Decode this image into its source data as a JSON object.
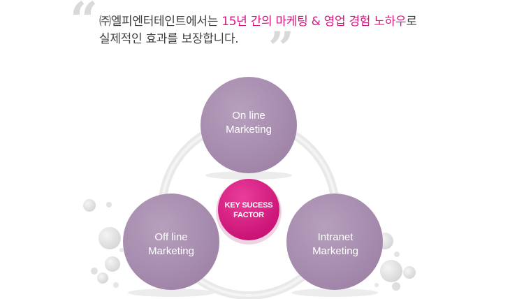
{
  "quote": {
    "open": "“",
    "close": "”"
  },
  "tagline": {
    "line1_prefix": "㈜엘피엔터테인트에서는 ",
    "line1_highlight_1": "15년 간의 마케팅 & 영업 경험 노하우",
    "line1_suffix": "로",
    "line2": "실제적인 효과를 보장합니다."
  },
  "diagram": {
    "nodes": {
      "top": {
        "line1": "On line",
        "line2": "Marketing"
      },
      "left": {
        "line1": "Off line",
        "line2": "Marketing"
      },
      "right": {
        "line1": "Intranet",
        "line2": "Marketing"
      }
    },
    "center": {
      "line1": "KEY SUCESS",
      "line2": "FACTOR"
    }
  },
  "colors": {
    "node": "#a98fb0",
    "center": "#d4197e",
    "highlight": "#d4197e",
    "ring": "#e8e8e8"
  }
}
